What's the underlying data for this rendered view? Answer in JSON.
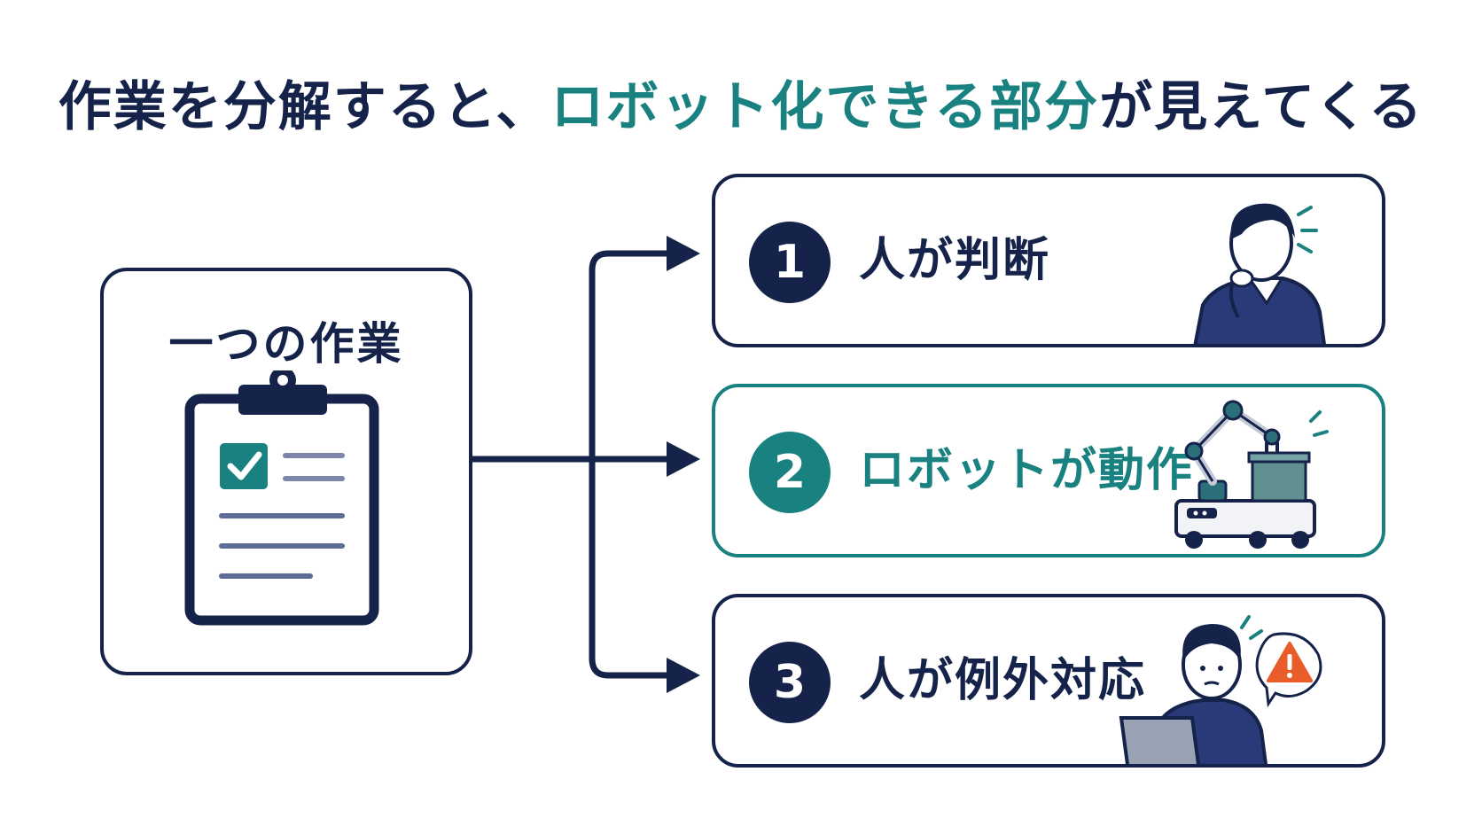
{
  "title": {
    "prefix": "作業を分解すると、",
    "highlight": "ロボット化できる部分",
    "suffix": "が見えてくる"
  },
  "source": {
    "label": "一つの作業"
  },
  "steps": [
    {
      "number": "1",
      "label": "人が判断",
      "variant": "navy",
      "icon": "thinking-person-icon"
    },
    {
      "number": "2",
      "label": "ロボットが動作",
      "variant": "teal",
      "icon": "robot-arm-icon"
    },
    {
      "number": "3",
      "label": "人が例外対応",
      "variant": "navy",
      "icon": "person-laptop-warning-icon"
    }
  ],
  "colors": {
    "navy": "#15234a",
    "teal": "#1a8181",
    "warning": "#e85d2a"
  }
}
